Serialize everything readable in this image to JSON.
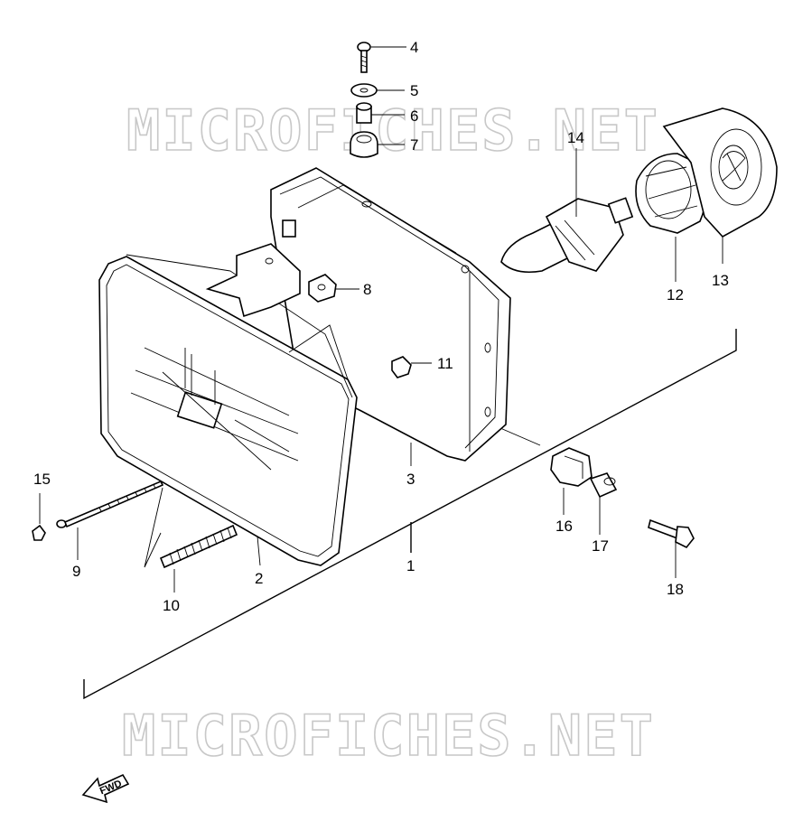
{
  "watermark": {
    "text": "MICROFICHES.NET"
  },
  "fwd_label": "FWD",
  "parts": [
    {
      "id": "p1",
      "number": "1"
    },
    {
      "id": "p2",
      "number": "2"
    },
    {
      "id": "p3",
      "number": "3"
    },
    {
      "id": "p4",
      "number": "4"
    },
    {
      "id": "p5",
      "number": "5"
    },
    {
      "id": "p6",
      "number": "6"
    },
    {
      "id": "p7",
      "number": "7"
    },
    {
      "id": "p8",
      "number": "8"
    },
    {
      "id": "p9",
      "number": "9"
    },
    {
      "id": "p10",
      "number": "10"
    },
    {
      "id": "p11",
      "number": "11"
    },
    {
      "id": "p12",
      "number": "12"
    },
    {
      "id": "p13",
      "number": "13"
    },
    {
      "id": "p14",
      "number": "14"
    },
    {
      "id": "p15",
      "number": "15"
    },
    {
      "id": "p16",
      "number": "16"
    },
    {
      "id": "p17",
      "number": "17"
    },
    {
      "id": "p18",
      "number": "18"
    }
  ]
}
